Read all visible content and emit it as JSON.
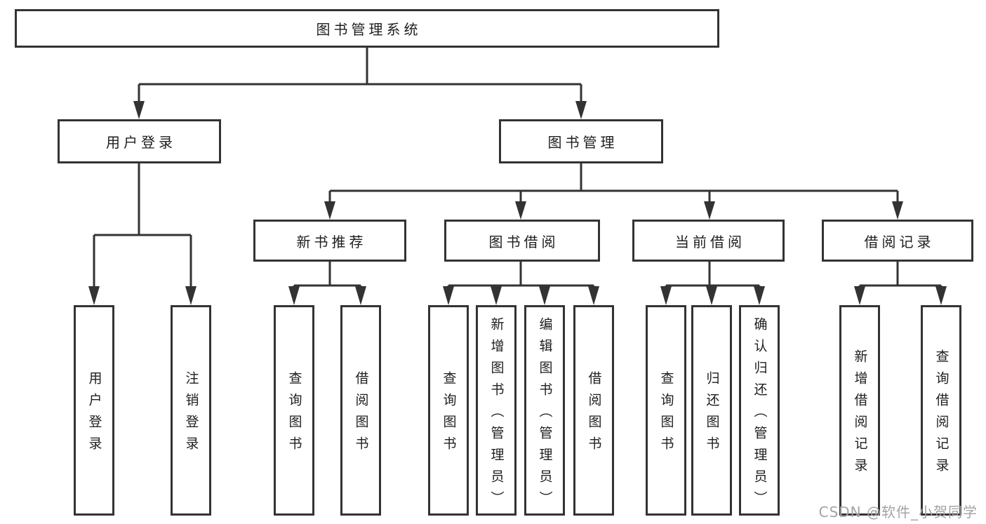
{
  "diagram": {
    "type": "hierarchy",
    "tree": {
      "label": "图书管理系统",
      "children": [
        {
          "label": "用户登录",
          "children": [
            {
              "label": "用户登录"
            },
            {
              "label": "注销登录"
            }
          ]
        },
        {
          "label": "图书管理",
          "children": [
            {
              "label": "新书推荐",
              "children": [
                {
                  "label": "查询图书"
                },
                {
                  "label": "借阅图书"
                }
              ]
            },
            {
              "label": "图书借阅",
              "children": [
                {
                  "label": "查询图书"
                },
                {
                  "label": "新增图书（管理员）"
                },
                {
                  "label": "编辑图书（管理员）"
                },
                {
                  "label": "借阅图书"
                }
              ]
            },
            {
              "label": "当前借阅",
              "children": [
                {
                  "label": "查询图书"
                },
                {
                  "label": "归还图书"
                },
                {
                  "label": "确认归还（管理员）"
                }
              ]
            },
            {
              "label": "借阅记录",
              "children": [
                {
                  "label": "新增借阅记录"
                },
                {
                  "label": "查询借阅记录"
                }
              ]
            }
          ]
        }
      ]
    },
    "colors": {
      "line": "#333333",
      "text": "#1e1e1e",
      "background": "#ffffff",
      "watermark": "#a3a3a3"
    }
  },
  "watermark": {
    "text": "CSDN @软件_小贺同学"
  }
}
